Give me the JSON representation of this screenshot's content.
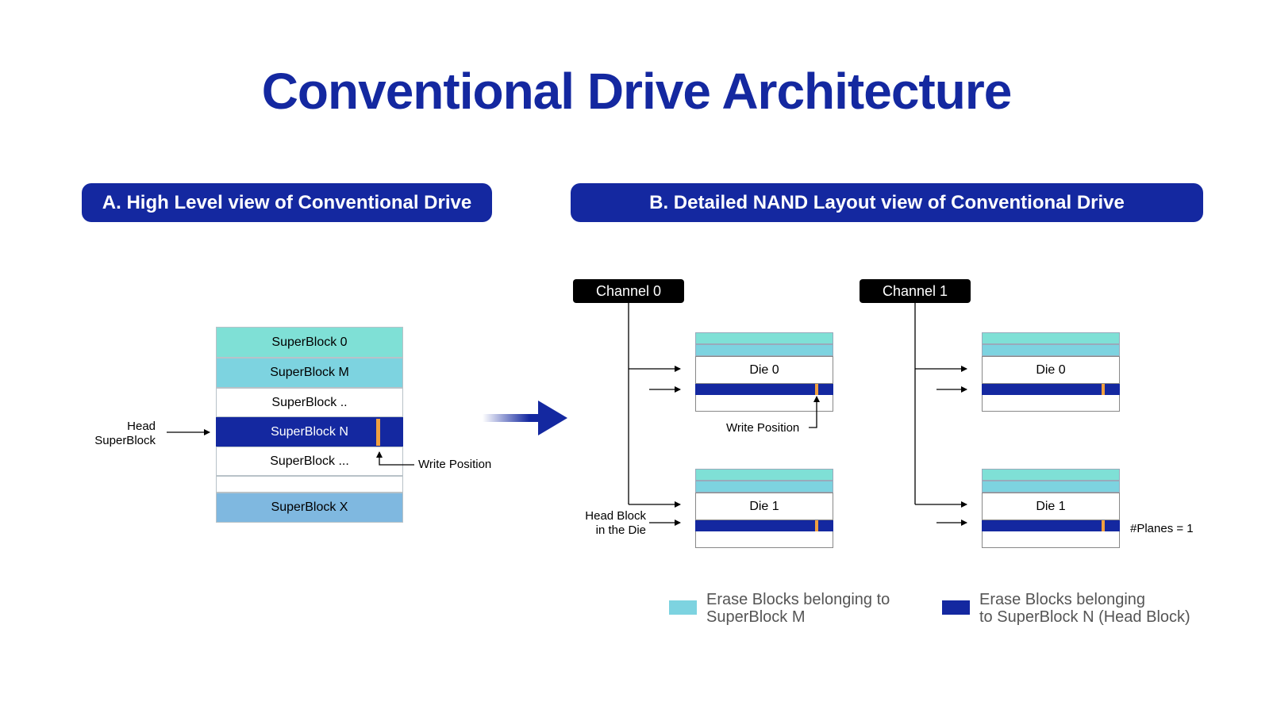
{
  "title": "Conventional Drive Architecture",
  "section_a": {
    "label": "A. High Level view of Conventional Drive"
  },
  "section_b": {
    "label": "B. Detailed NAND Layout view of Conventional Drive"
  },
  "superblocks": [
    "SuperBlock 0",
    "SuperBlock M",
    "SuperBlock ..",
    "SuperBlock N",
    "SuperBlock ...",
    "",
    "SuperBlock X"
  ],
  "head_superblock_label": [
    "Head",
    "SuperBlock"
  ],
  "write_position_label": "Write Position",
  "channels": [
    "Channel 0",
    "Channel 1"
  ],
  "dies": [
    "Die 0",
    "Die 1"
  ],
  "head_block_label": [
    "Head Block",
    "in the Die"
  ],
  "planes_label": "#Planes = 1",
  "legend": [
    {
      "text": [
        "Erase Blocks belonging to",
        "SuperBlock M"
      ],
      "color": "#7dd3e0"
    },
    {
      "text": [
        "Erase Blocks belonging",
        "to SuperBlock N (Head Block)"
      ],
      "color": "#1428a0"
    }
  ],
  "colors": {
    "brand": "#1428a0",
    "superblock_0": "#7fe0d6",
    "superblock_m": "#7dd3e0",
    "superblock_x": "#7fb8e0",
    "write_marker": "#f0a040"
  }
}
